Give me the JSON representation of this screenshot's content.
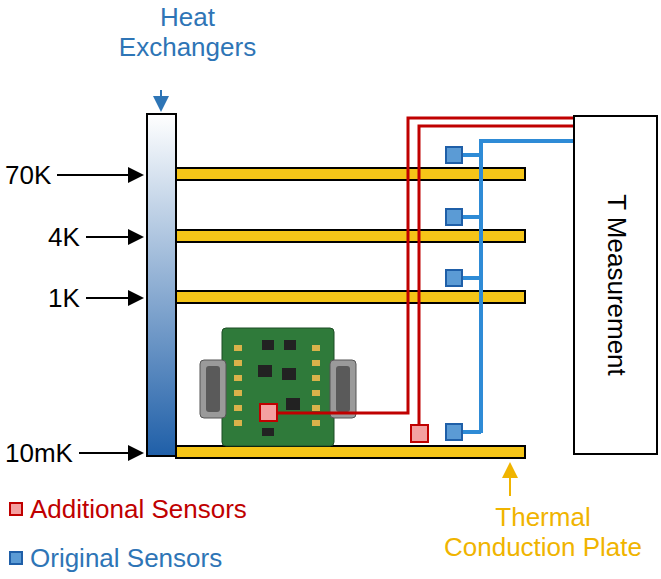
{
  "diagram": {
    "nodes": [
      {
        "text": [
          "T Measurement"
        ]
      }
    ],
    "labels": [
      "Heat Exchangers",
      "70K",
      "4K",
      "1K",
      "10mK",
      "Thermal Conduction Plate"
    ],
    "legend": [
      {
        "text": "Additional Sensors",
        "color": "#f4a0a0"
      },
      {
        "text": "Original Sensors",
        "color": "#5b9bd5"
      }
    ]
  }
}
